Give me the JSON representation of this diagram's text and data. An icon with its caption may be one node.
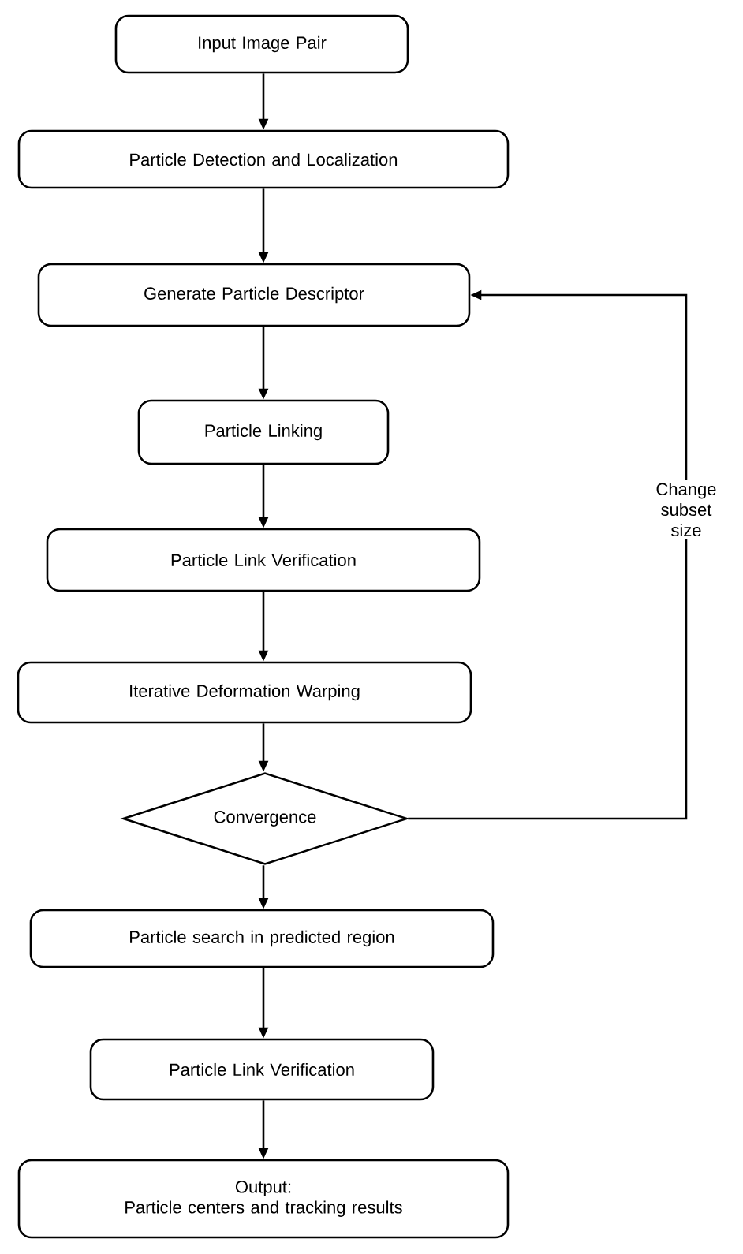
{
  "diagram": {
    "nodes": [
      {
        "text": [
          "Input Image Pair"
        ]
      },
      {
        "text": [
          "Particle Detection and Localization"
        ]
      },
      {
        "text": [
          "Generate Particle Descriptor"
        ]
      },
      {
        "text": [
          "Particle Linking"
        ]
      },
      {
        "text": [
          "Particle Link Verification"
        ]
      },
      {
        "text": [
          "Iterative Deformation Warping"
        ]
      },
      {
        "text": [
          "Convergence"
        ]
      },
      {
        "text": [
          "Particle search in predicted region"
        ]
      },
      {
        "text": [
          "Particle Link Verification"
        ]
      },
      {
        "text": [
          "Output:",
          "Particle centers and tracking results"
        ]
      }
    ],
    "edges": [
      {
        "from": 0,
        "to": 1,
        "arrow": "to"
      },
      {
        "from": 1,
        "to": 2,
        "arrow": "to"
      },
      {
        "from": 2,
        "to": 3,
        "arrow": "to"
      },
      {
        "from": 3,
        "to": 4,
        "arrow": "to"
      },
      {
        "from": 4,
        "to": 5,
        "arrow": "to"
      },
      {
        "from": 5,
        "to": 6,
        "arrow": "to"
      },
      {
        "from": 6,
        "to": 7,
        "arrow": "to"
      },
      {
        "from": 7,
        "to": 8,
        "arrow": "to"
      },
      {
        "from": 8,
        "to": 9,
        "arrow": "to"
      },
      {
        "from": 6,
        "to": 2,
        "arrow": "to",
        "label": "Change subset size"
      }
    ]
  }
}
